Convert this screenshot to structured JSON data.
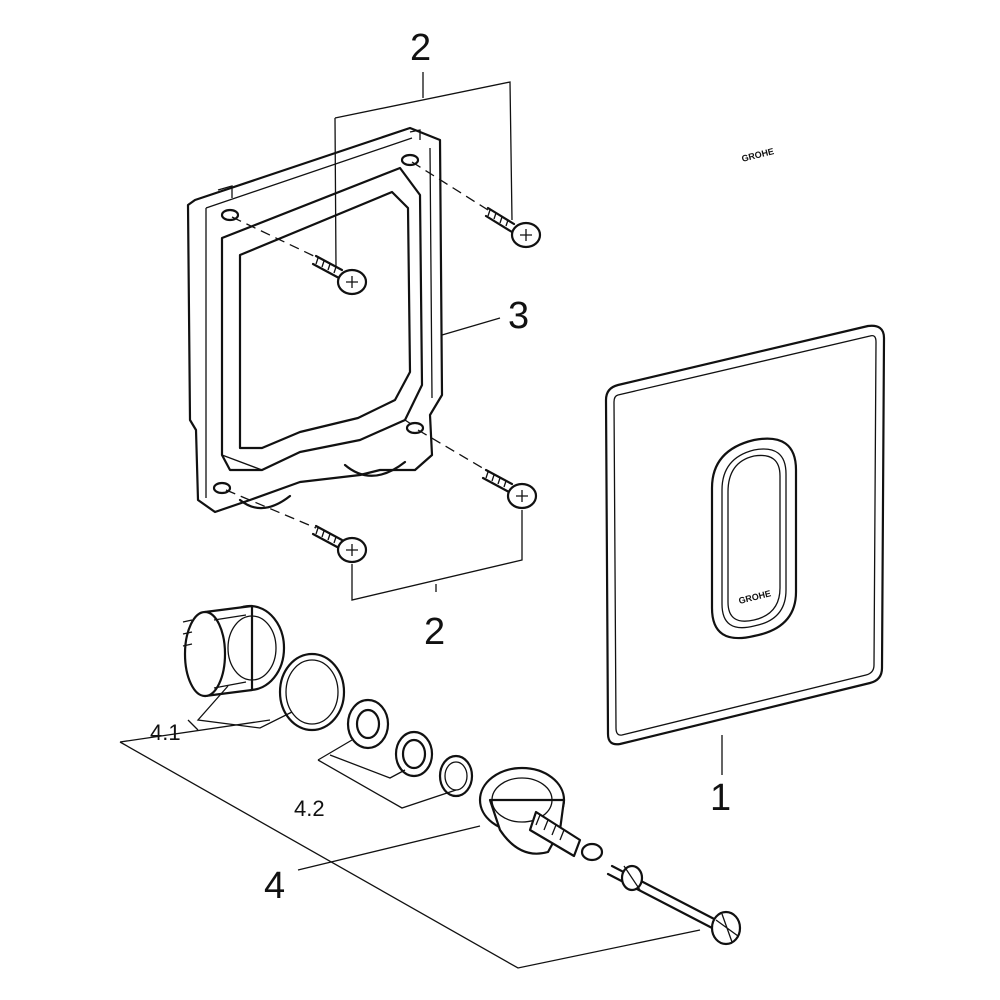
{
  "callouts": {
    "screws_top": "2",
    "screws_bottom": "2",
    "frame": "3",
    "plate": "1",
    "actuator": "4",
    "sub_41": "4.1",
    "sub_42": "4.2"
  },
  "plate_logo": {
    "top": "GROHE",
    "bottom": "GROHE"
  }
}
